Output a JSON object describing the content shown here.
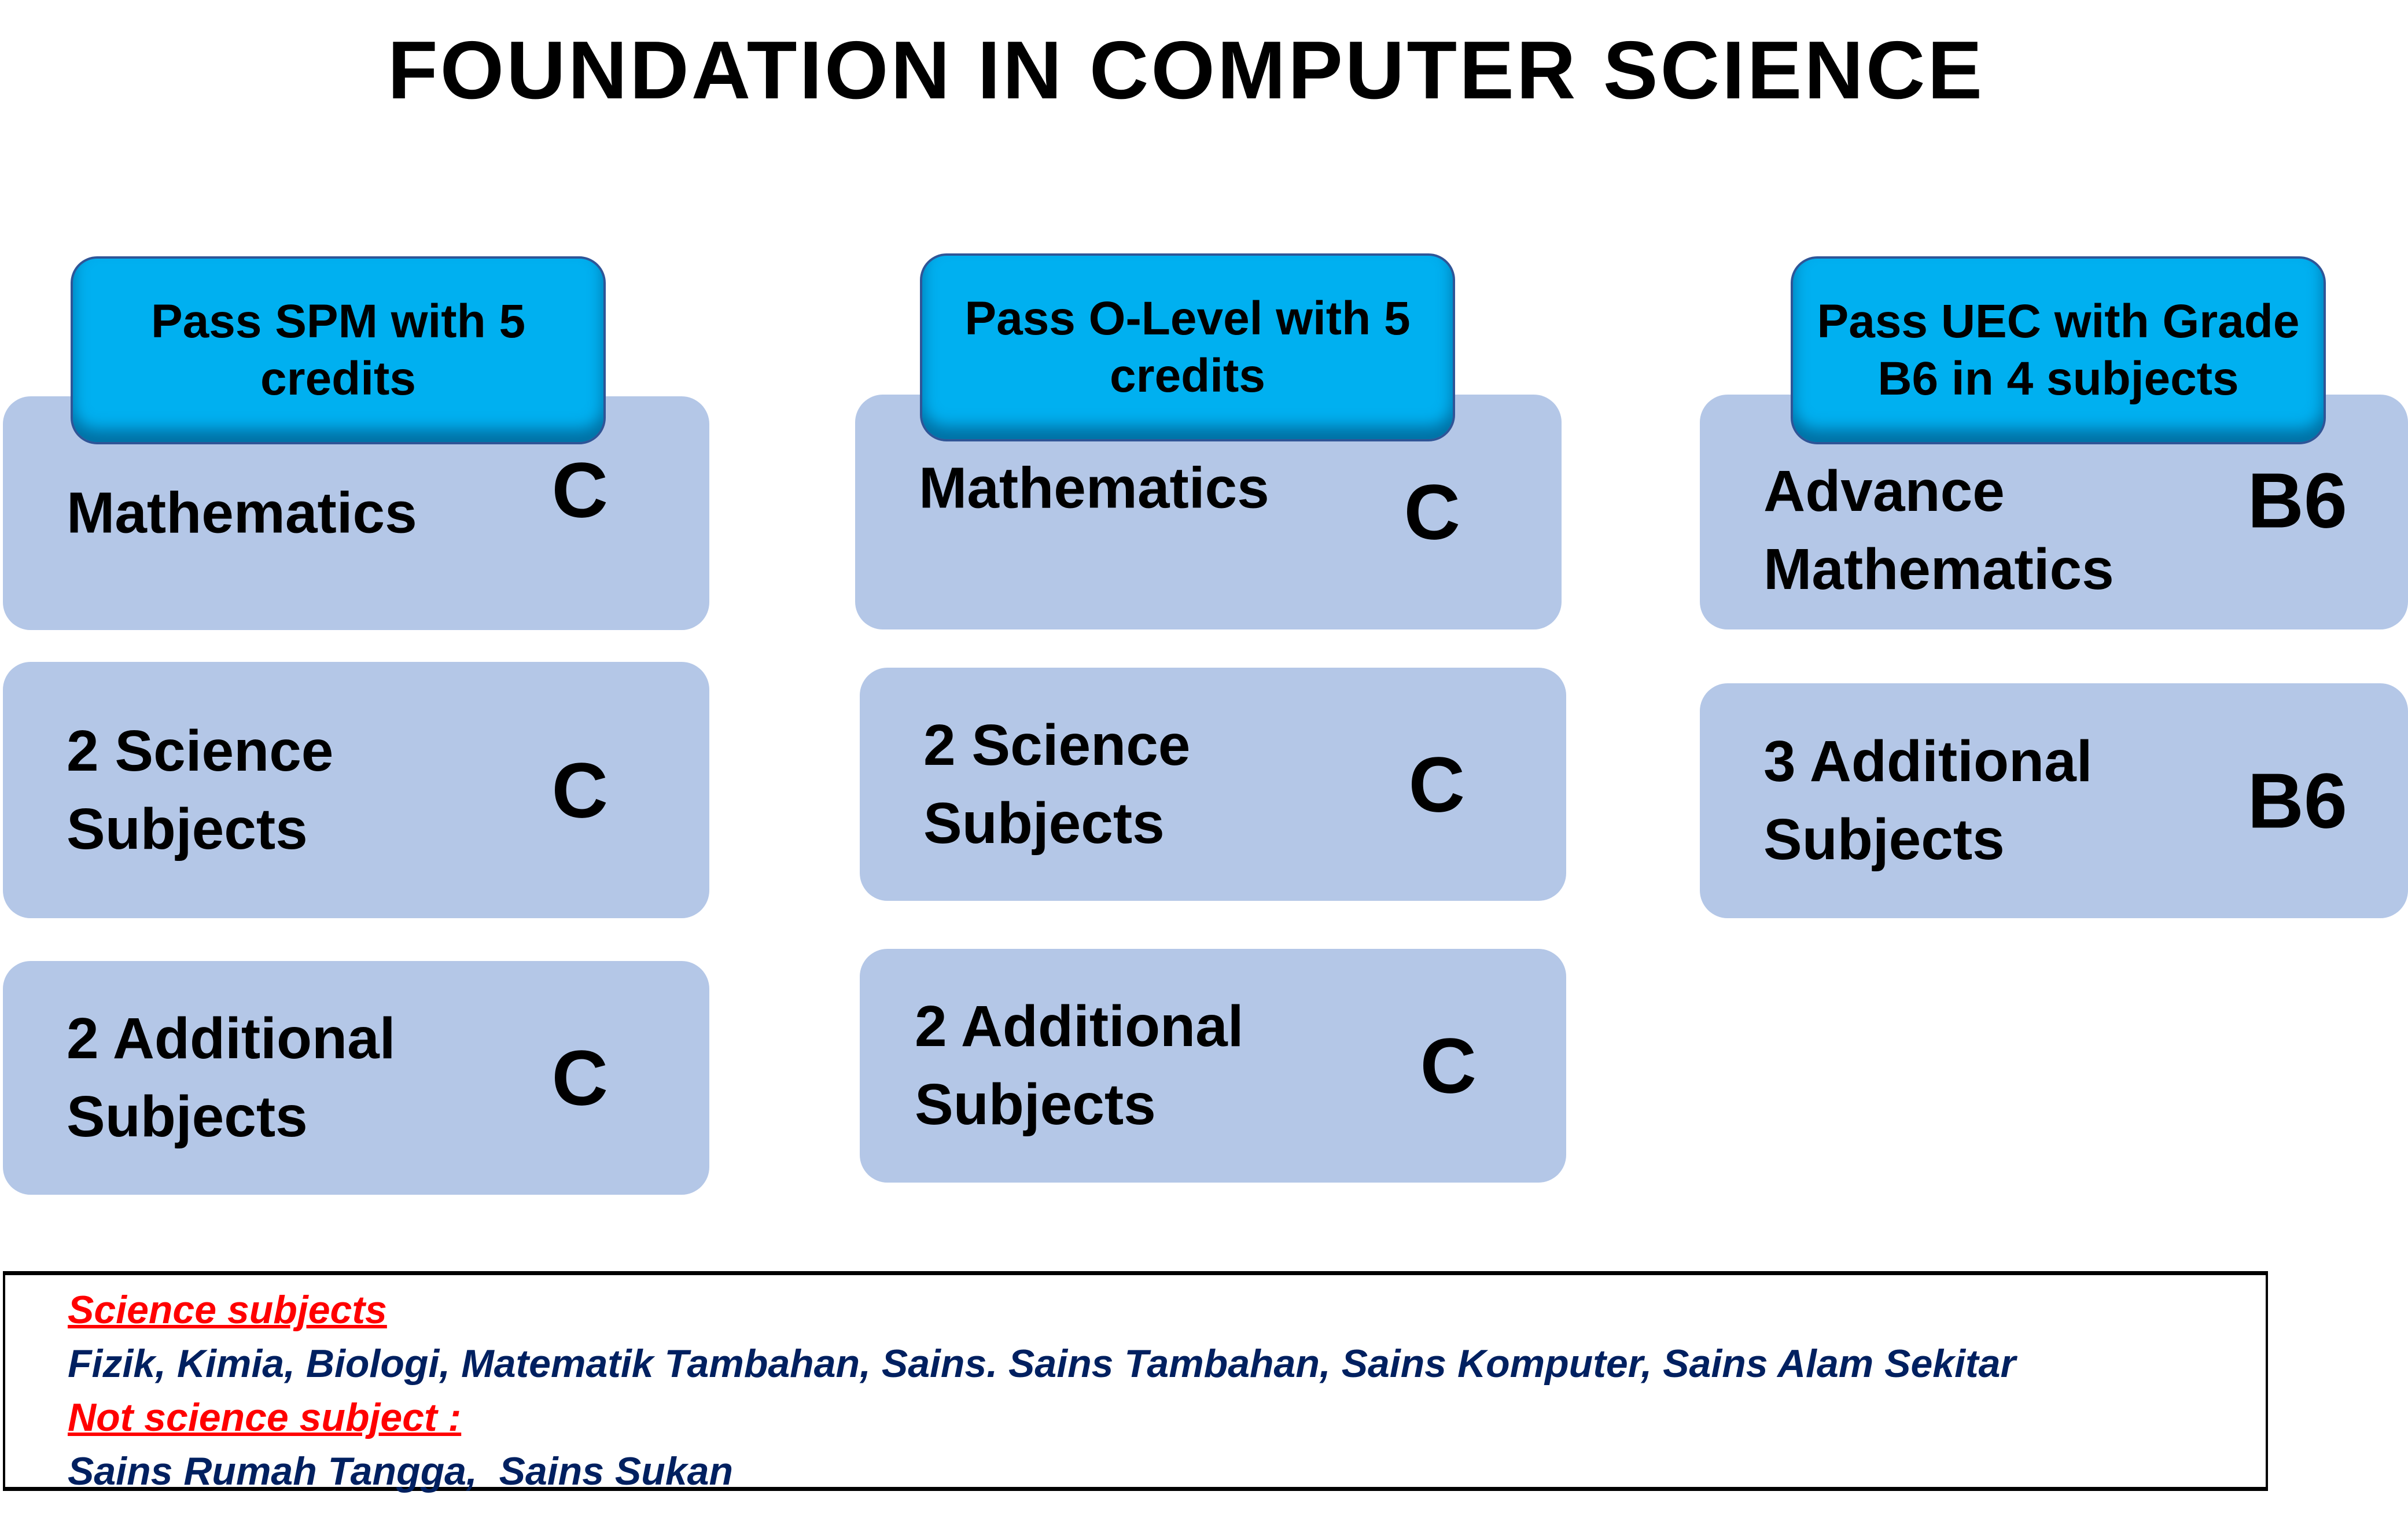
{
  "title": "FOUNDATION IN COMPUTER SCIENCE",
  "columns": [
    {
      "header": "Pass SPM with 5 credits",
      "rows": [
        {
          "label": "Mathematics",
          "grade": "C"
        },
        {
          "label": "2 Science Subjects",
          "grade": "C"
        },
        {
          "label": "2 Additional Subjects",
          "grade": "C"
        }
      ]
    },
    {
      "header": "Pass O-Level with 5 credits",
      "rows": [
        {
          "label": "Mathematics",
          "grade": "C"
        },
        {
          "label": "2 Science Subjects",
          "grade": "C"
        },
        {
          "label": "2 Additional Subjects",
          "grade": "C"
        }
      ]
    },
    {
      "header": "Pass UEC with Grade B6 in 4 subjects",
      "rows": [
        {
          "label": "Advance Mathematics",
          "grade": "B6"
        },
        {
          "label": "3 Additional Subjects",
          "grade": "B6"
        }
      ]
    }
  ],
  "notes": {
    "science_heading": "Science subjects",
    "science_list": "Fizik, Kimia, Biologi, Matematik Tambahan, Sains. Sains Tambahan, Sains Komputer, Sains Alam Sekitar",
    "not_science_heading": "Not science subject :",
    "not_science_list": "Sains Rumah Tangga,  Sains Sukan"
  },
  "colors": {
    "header_fill": "#00b0f0",
    "card_fill": "#b4c7e7",
    "note_heading": "#ff0000",
    "note_text": "#002060"
  }
}
